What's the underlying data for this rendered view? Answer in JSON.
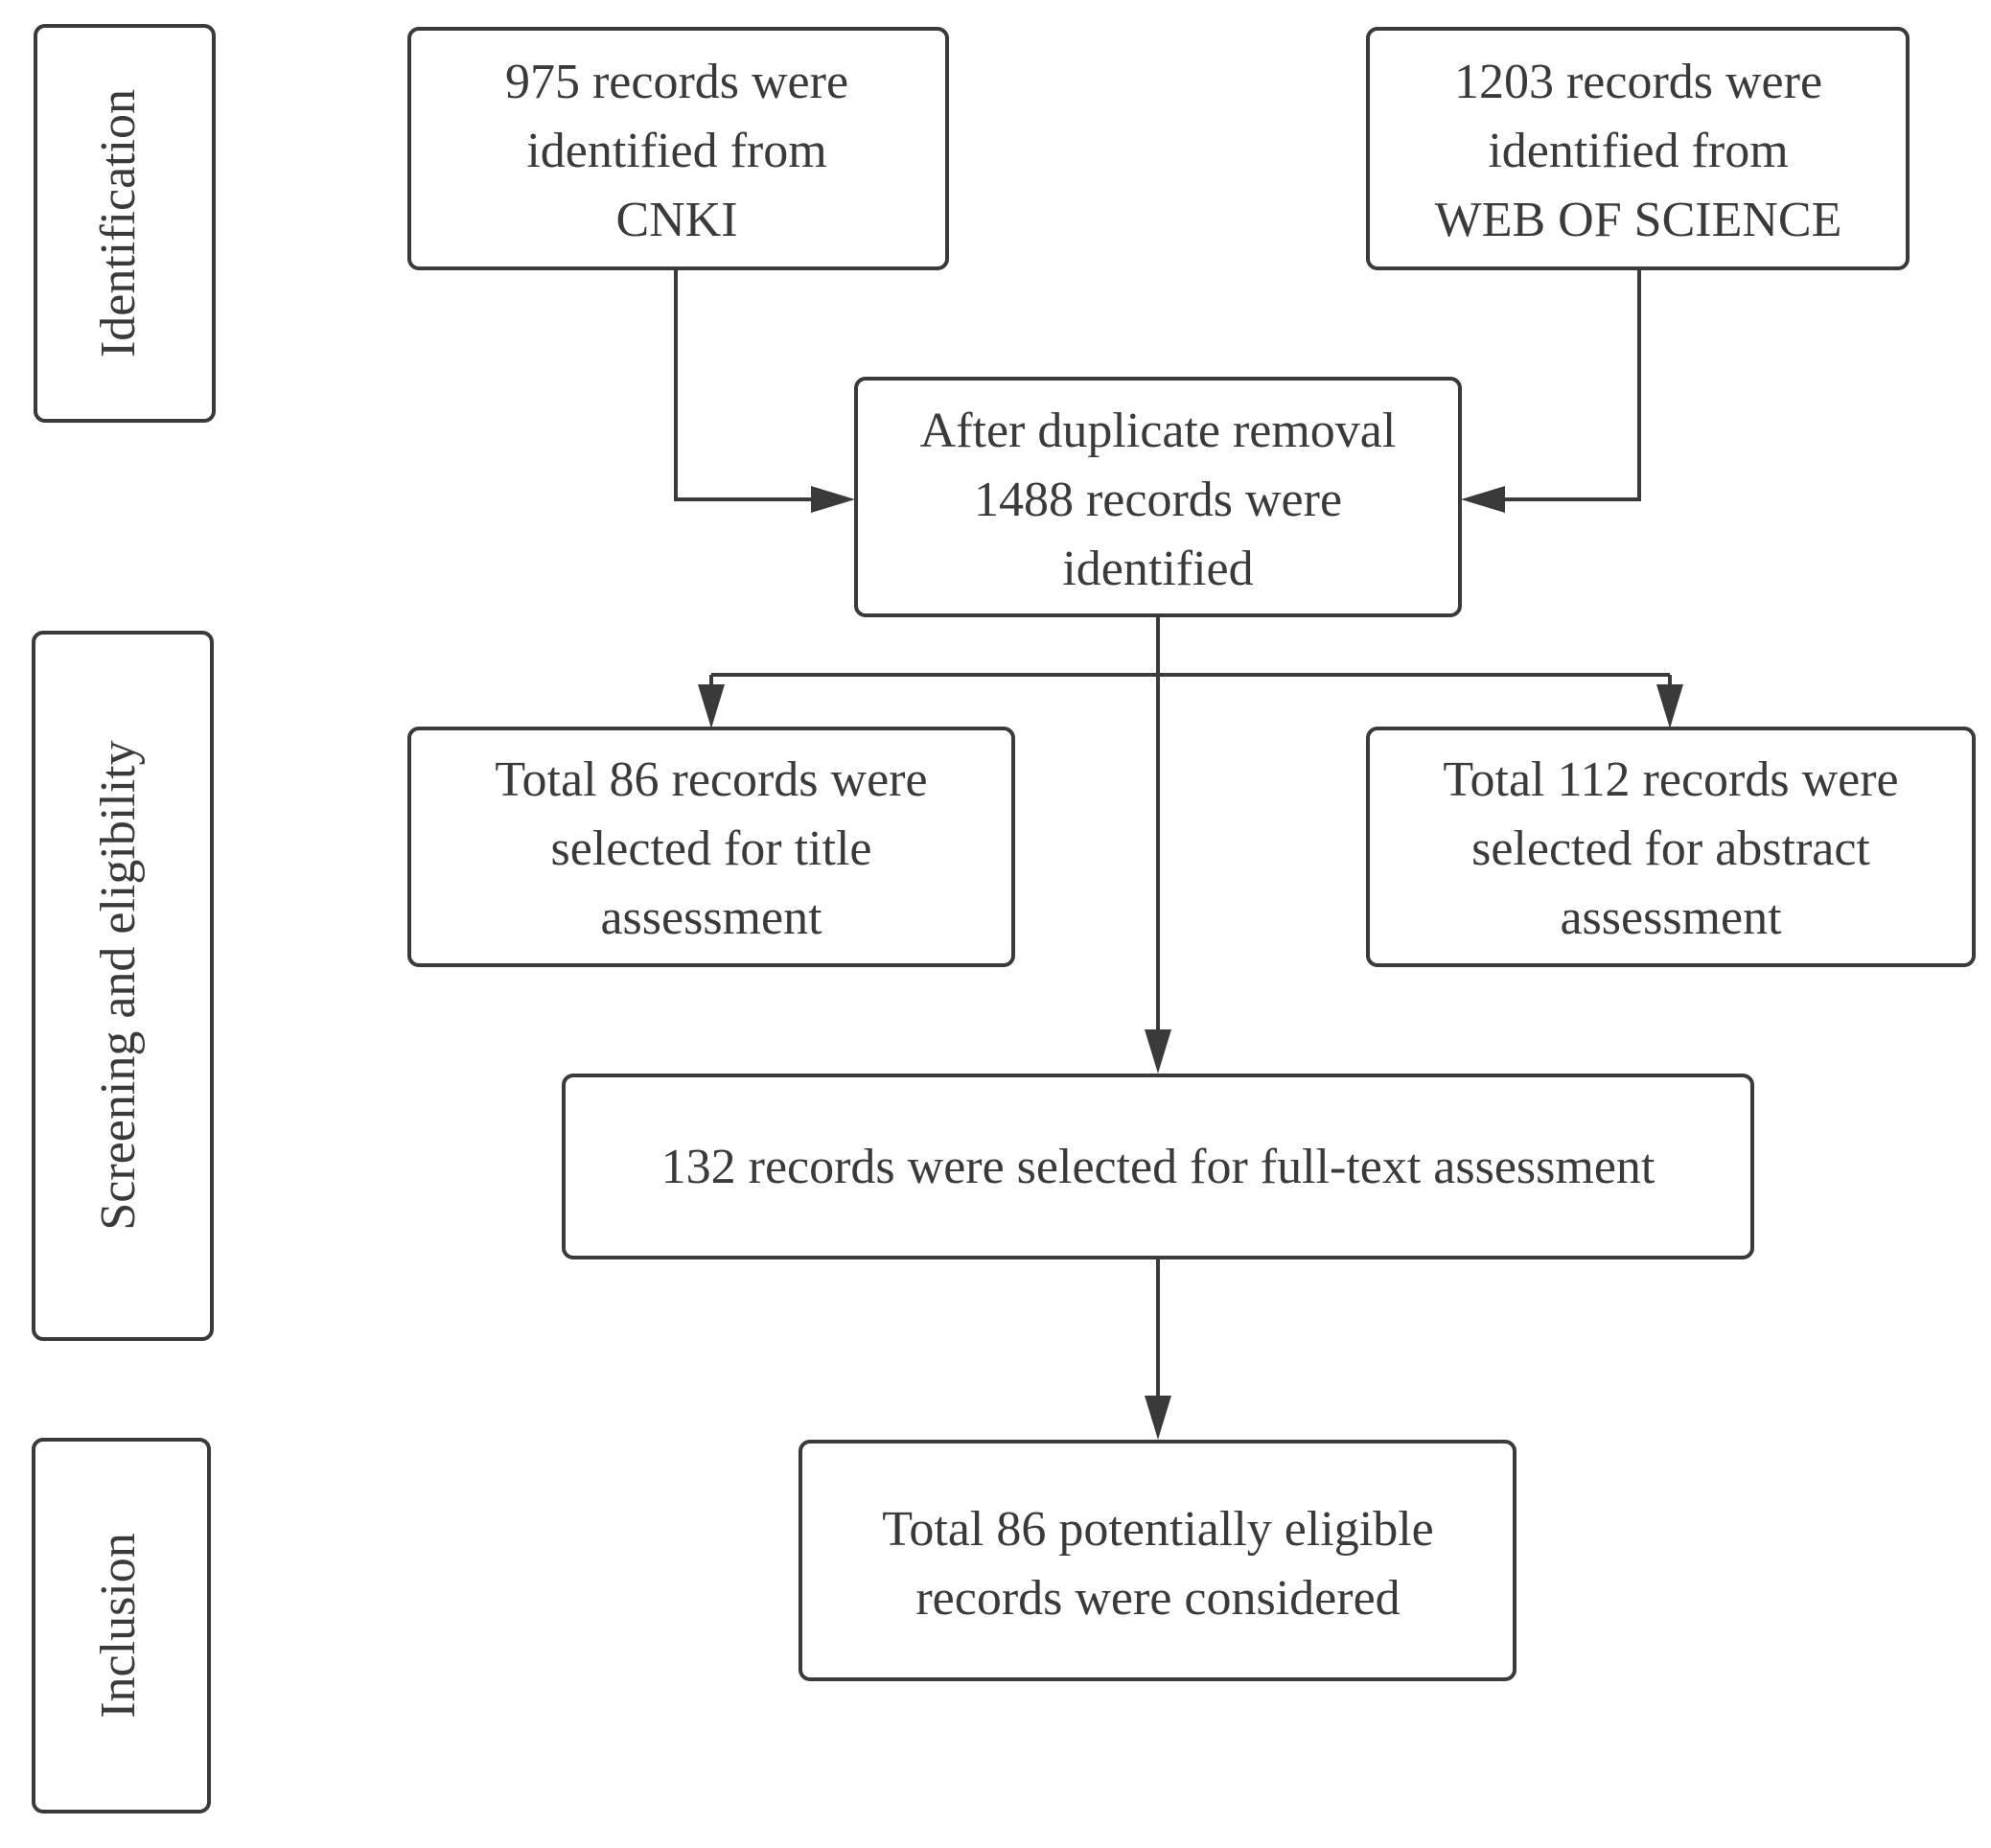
{
  "stages": {
    "identification": "Identification",
    "screening": "Screening and eligibility",
    "inclusion": "Inclusion"
  },
  "nodes": {
    "cnki": [
      "975 records were",
      "identified from",
      "CNKI"
    ],
    "wos": [
      "1203 records were",
      "identified from",
      "WEB OF SCIENCE"
    ],
    "dedup": [
      "After duplicate removal",
      "1488 records were",
      "identified"
    ],
    "title": [
      "Total 86 records were",
      "selected for title",
      "assessment"
    ],
    "abstract": [
      "Total 112 records were",
      "selected for abstract",
      "assessment"
    ],
    "fulltext": [
      "132 records were selected for full-text assessment"
    ],
    "included": [
      "Total 86 potentially eligible",
      "records were considered"
    ]
  },
  "colors": {
    "stroke": "#3a3a3a",
    "text": "#3a3a3a",
    "background": "#ffffff"
  }
}
